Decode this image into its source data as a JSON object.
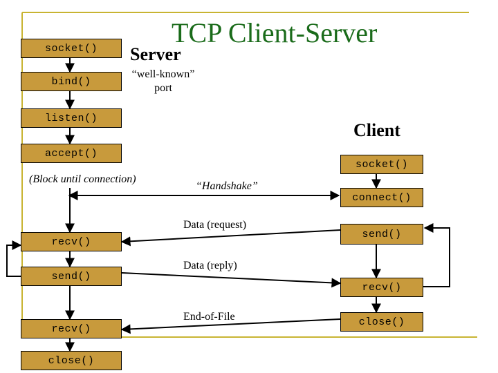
{
  "title": "TCP Client-Server",
  "server": {
    "label": "Server",
    "well_known_port": "“well-known” port",
    "block_note": "(Block until connection)",
    "calls": {
      "socket": "socket()",
      "bind": "bind()",
      "listen": "listen()",
      "accept": "accept()",
      "recv1": "recv()",
      "send": "send()",
      "recv2": "recv()",
      "close": "close()"
    }
  },
  "client": {
    "label": "Client",
    "calls": {
      "socket": "socket()",
      "connect": "connect()",
      "send": "send()",
      "recv": "recv()",
      "close": "close()"
    }
  },
  "messages": {
    "handshake": "“Handshake”",
    "request": "Data (request)",
    "reply": "Data (reply)",
    "eof": "End-of-File"
  },
  "colors": {
    "box_fill": "#c89a3c",
    "frame_line": "#c8b432",
    "title": "#1a6b1a"
  }
}
